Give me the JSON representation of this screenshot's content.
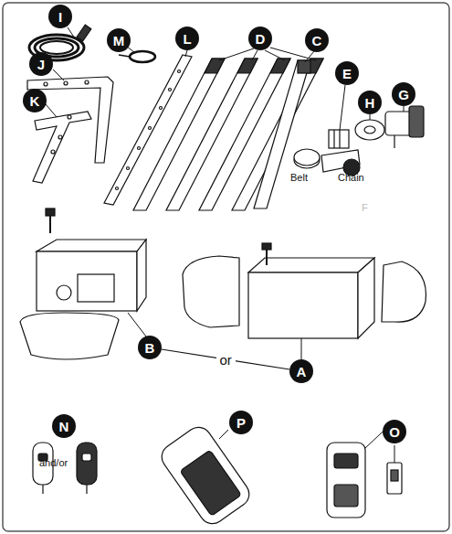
{
  "diagram": {
    "nodes": [
      {
        "text": [
          "I"
        ]
      },
      {
        "text": [
          "M"
        ]
      },
      {
        "text": [
          "L"
        ]
      },
      {
        "text": [
          "D"
        ]
      },
      {
        "text": [
          "C"
        ]
      },
      {
        "text": [
          "J"
        ]
      },
      {
        "text": [
          "E"
        ]
      },
      {
        "text": [
          "H"
        ]
      },
      {
        "text": [
          "G"
        ]
      },
      {
        "text": [
          "K"
        ]
      },
      {
        "text": [
          "B"
        ]
      },
      {
        "text": [
          "A"
        ]
      },
      {
        "text": [
          "N"
        ]
      },
      {
        "text": [
          "P"
        ]
      },
      {
        "text": [
          "O"
        ]
      }
    ],
    "edges": [
      {
        "from": 10,
        "to": 11,
        "label": "or",
        "arrow": "none"
      }
    ],
    "labels": [
      "Belt",
      "Chain",
      "and/or",
      "F"
    ]
  }
}
